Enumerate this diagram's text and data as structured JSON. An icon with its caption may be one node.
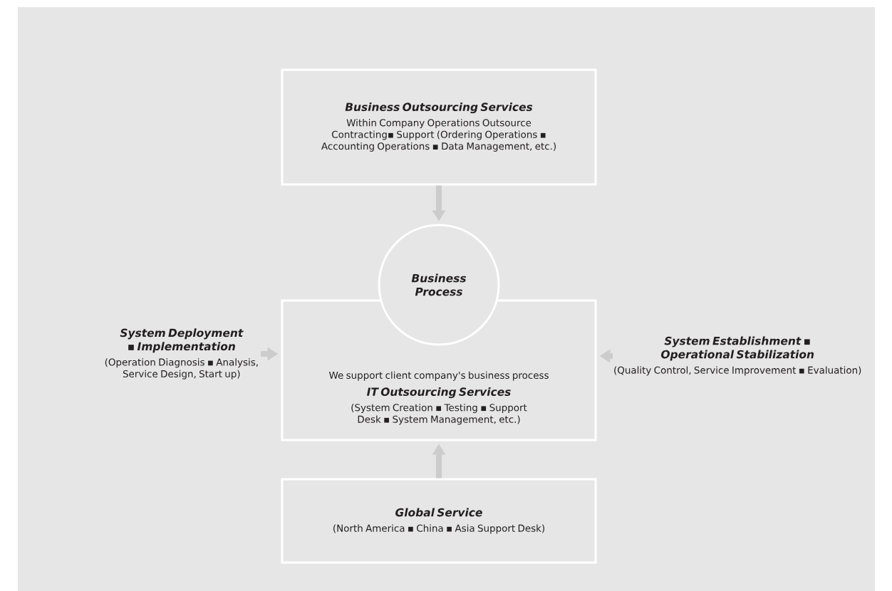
{
  "diagram": {
    "nodes": [
      {
        "text": [
          "Business Outsourcing Services",
          "Within Company Operations Outsource Contracting▪ Support (Ordering Operations ▪ Accounting Operations ▪ Data Management, etc.)"
        ]
      },
      {
        "text": [
          "Business Process"
        ]
      },
      {
        "text": [
          "We support client company's business process",
          "IT Outsourcing Services",
          "(System Creation ▪ Testing ▪ Support Desk ▪ System Management, etc.)"
        ]
      },
      {
        "text": [
          "Global Service",
          "(North America ▪ China ▪ Asia Support Desk)"
        ]
      },
      {
        "text": [
          "System Deployment ▪ Implementation",
          "(Operation Diagnosis ▪ Analysis, Service Design, Start up)"
        ]
      },
      {
        "text": [
          "System Establishment ▪ Operational Stabilization",
          "(Quality Control, Service Improvement ▪ Evaluation)"
        ]
      }
    ],
    "edges": [
      {
        "from": 0,
        "to": 1,
        "arrow": "to"
      },
      {
        "from": 3,
        "to": 2,
        "arrow": "to"
      },
      {
        "from": 4,
        "to": 2,
        "arrow": "to"
      },
      {
        "from": 5,
        "to": 2,
        "arrow": "to"
      }
    ]
  }
}
